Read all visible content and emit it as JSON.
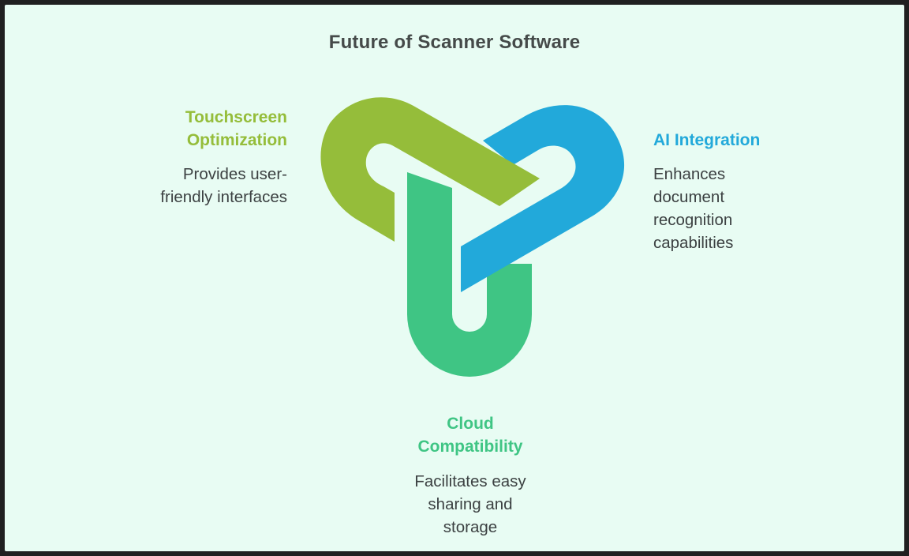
{
  "title": "Future of Scanner Software",
  "colors": {
    "background": "#e8fcf3",
    "touchscreen": "#95bd3a",
    "ai": "#22a9da",
    "cloud": "#3fc584",
    "title_text": "#454a49",
    "body_text": "#3c4142"
  },
  "items": [
    {
      "heading_line1": "Touchscreen",
      "heading_line2": "Optimization",
      "desc_line1": "Provides user-",
      "desc_line2": "friendly interfaces",
      "color": "#95bd3a"
    },
    {
      "heading_line1": "AI Integration",
      "desc_line1": "Enhances",
      "desc_line2": "document",
      "desc_line3": "recognition",
      "desc_line4": "capabilities",
      "color": "#22a9da"
    },
    {
      "heading_line1": "Cloud",
      "heading_line2": "Compatibility",
      "desc_line1": "Facilitates easy",
      "desc_line2": "sharing and",
      "desc_line3": "storage",
      "color": "#3fc584"
    }
  ]
}
